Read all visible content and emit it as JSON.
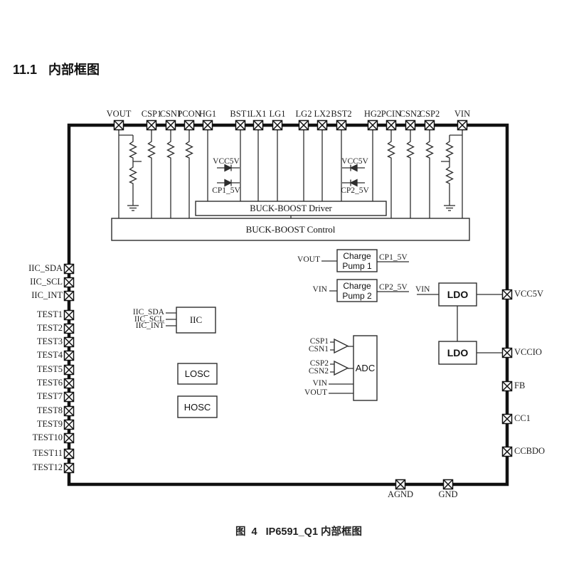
{
  "page": {
    "heading_number": "11.1",
    "heading_title": "内部框图",
    "caption": "图  4   IP6591_Q1 内部框图"
  },
  "pins": {
    "top": [
      "VOUT",
      "CSP1",
      "CSN1",
      "PCON",
      "HG1",
      "BST1",
      "LX1",
      "LG1",
      "LG2",
      "LX2",
      "BST2",
      "HG2",
      "PCIN",
      "CSN2",
      "CSP2",
      "VIN"
    ],
    "left": [
      "IIC_SDA",
      "IIC_SCL",
      "IIC_INT",
      "TEST1",
      "TEST2",
      "TEST3",
      "TEST4",
      "TEST5",
      "TEST6",
      "TEST7",
      "TEST8",
      "TEST9",
      "TEST10",
      "TEST11",
      "TEST12"
    ],
    "right": [
      "VCC5V",
      "VCCIO",
      "FB",
      "CC1",
      "CCBDO"
    ],
    "bottom": [
      "AGND",
      "GND"
    ]
  },
  "nets": {
    "left_diode_top": "VCC5V",
    "left_diode_bottom": "CP1_5V",
    "right_diode_top": "VCC5V",
    "right_diode_bottom": "CP2_5V"
  },
  "blocks": {
    "driver": "BUCK-BOOST Driver",
    "control": "BUCK-BOOST Control",
    "cp1": {
      "line1": "Charge",
      "line2": "Pump 1",
      "input": "VOUT",
      "output": "CP1_5V"
    },
    "cp2": {
      "line1": "Charge",
      "line2": "Pump 2",
      "input": "VIN",
      "output": "CP2_5V"
    },
    "ldo1": {
      "label": "LDO",
      "input": "VIN"
    },
    "ldo2": {
      "label": "LDO"
    },
    "iic": {
      "label": "IIC",
      "inputs": [
        "IIC_SDA",
        "IIC_SCL",
        "IIC_INT"
      ]
    },
    "losc": "LOSC",
    "hosc": "HOSC",
    "adc": {
      "label": "ADC",
      "amp1_inputs": [
        "CSP1",
        "CSN1"
      ],
      "amp2_inputs": [
        "CSP2",
        "CSN2"
      ],
      "direct_inputs": [
        "VIN",
        "VOUT"
      ]
    }
  },
  "colors": {
    "line": "#2e2e2e",
    "border": "#111111",
    "text": "#1e1e1e"
  }
}
